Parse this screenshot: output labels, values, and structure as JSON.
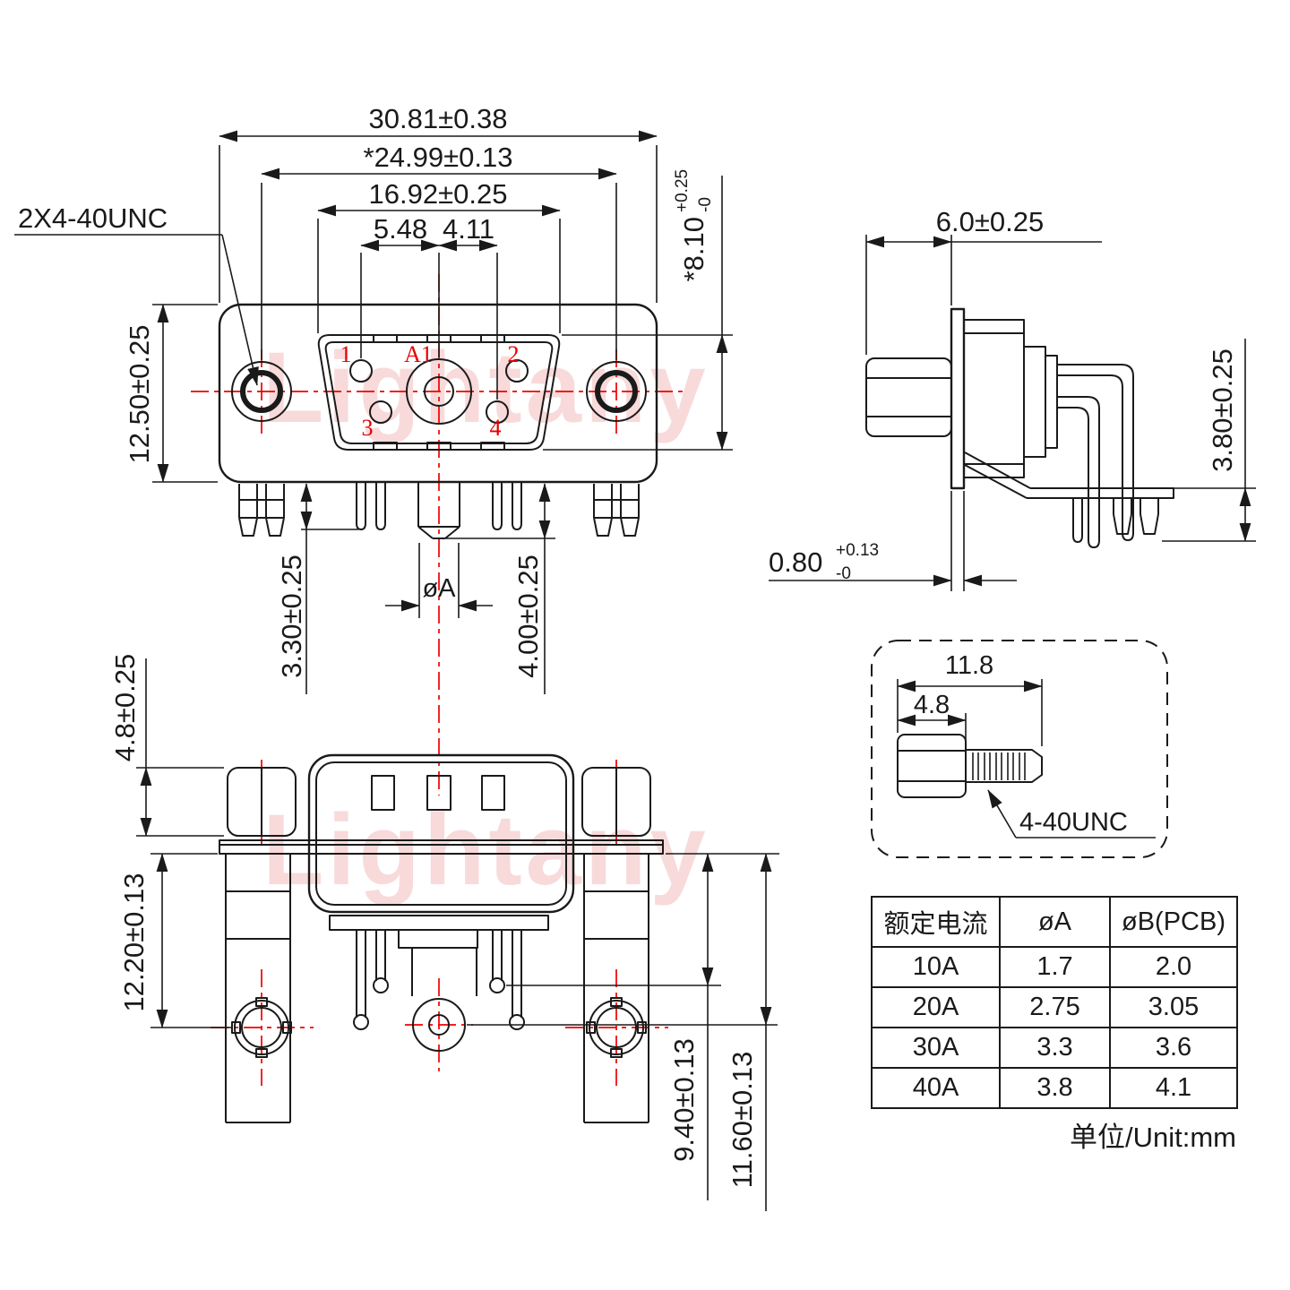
{
  "watermark": {
    "text": "Lightany"
  },
  "front_view": {
    "thread_callout": "2X4-40UNC",
    "dims": {
      "width_outer": "30.81±0.38",
      "width_holes": "*24.99±0.13",
      "width_shell": "16.92±0.25",
      "pitch_left": "5.48",
      "pitch_right": "4.11",
      "height_body": "12.50±0.25",
      "shell_height_main": "*8.10",
      "shell_height_tol_plus": "+0.25",
      "shell_height_tol_minus": "-0",
      "pin_len_signal": "3.30±0.25",
      "pin_dia": "øA",
      "pin_len_power": "4.00±0.25"
    },
    "pin_labels": {
      "p1": "1",
      "p2": "2",
      "p3": "3",
      "p4": "4",
      "a1": "A1"
    }
  },
  "side_view": {
    "dims": {
      "bracket_depth": "6.0±0.25",
      "standoff": "3.80±0.25",
      "flange_main": "0.80",
      "flange_tol_plus": "+0.13",
      "flange_tol_minus": "-0"
    }
  },
  "bottom_view": {
    "dims": {
      "nut_height": "4.8±0.25",
      "hole_depth": "12.20±0.13",
      "pin_row1_depth": "9.40±0.13",
      "pin_row2_depth": "11.60±0.13"
    }
  },
  "screw_detail": {
    "dims": {
      "total_len": "11.8",
      "head_len": "4.8"
    },
    "thread_label": "4-40UNC"
  },
  "spec_table": {
    "headers": [
      "额定电流",
      "øA",
      "øB(PCB)"
    ],
    "rows": [
      [
        "10A",
        "1.7",
        "2.0"
      ],
      [
        "20A",
        "2.75",
        "3.05"
      ],
      [
        "30A",
        "3.3",
        "3.6"
      ],
      [
        "40A",
        "3.8",
        "4.1"
      ]
    ],
    "unit_note": "单位/Unit:mm"
  }
}
